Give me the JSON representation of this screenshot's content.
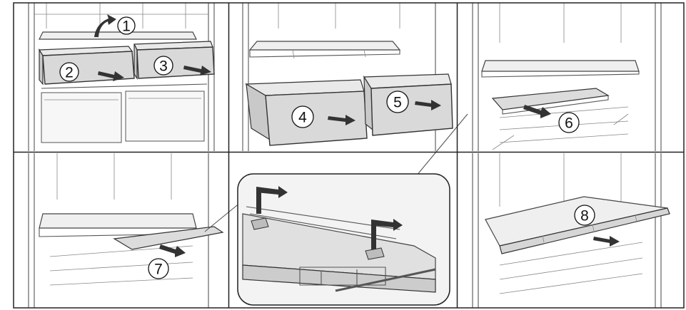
{
  "steps": {
    "s1": "1",
    "s2": "2",
    "s3": "3",
    "s4": "4",
    "s5": "5",
    "s6": "6",
    "s7": "7",
    "s8": "8"
  },
  "colors": {
    "frame": "#222222",
    "shelf": "#efefef",
    "drawer_front": "#d9d9d9",
    "drawer_side": "#c9c9c9",
    "arrow": "#333333",
    "callout_fill": "#f3f3f3"
  }
}
